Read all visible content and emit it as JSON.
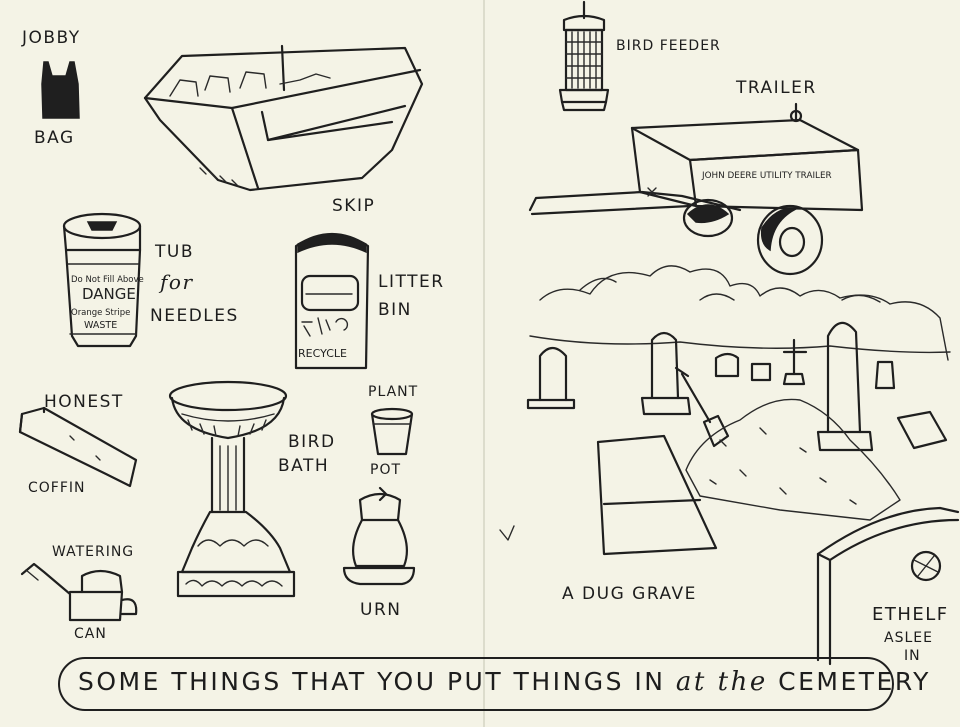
{
  "labels": {
    "jobby": "JOBBY",
    "bag": "BAG",
    "skip": "SKIP",
    "tub": "TUB",
    "for": "for",
    "needles": "NEEDLES",
    "tub_warning_1": "Do Not Fill Above",
    "tub_warning_2": "DANGE",
    "tub_warning_3": "Orange Stripe",
    "tub_warning_4": "WASTE",
    "litter": "LITTER",
    "bin": "BIN",
    "recycle": "RECYCLE",
    "honest": "HONEST",
    "coffin": "COFFIN",
    "bird": "BIRD",
    "bath": "BATH",
    "plant": "PLANT",
    "pot": "POT",
    "urn": "URN",
    "watering": "WATERING",
    "can": "CAN",
    "bird_feeder": "BIRD FEEDER",
    "trailer": "TRAILER",
    "trailer_brand": "JOHN DEERE UTILITY TRAILER",
    "dug_grave": "A DUG GRAVE",
    "ethelf": "ETHELF",
    "aslee": "ASLEE",
    "in": "IN"
  },
  "caption": {
    "main": "SOME THINGS THAT YOU PUT THINGS IN ",
    "script": "at the",
    "end": " CEMETERY"
  }
}
